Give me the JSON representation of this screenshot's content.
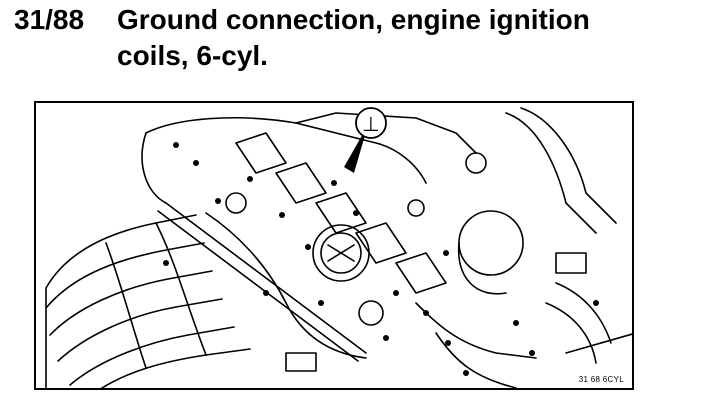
{
  "header": {
    "code": "31/88",
    "title": "Ground connection, engine ignition\ncoils, 6-cyl."
  },
  "figure": {
    "callout_symbol": "⊥",
    "image_code": "31 68 6CYL"
  }
}
